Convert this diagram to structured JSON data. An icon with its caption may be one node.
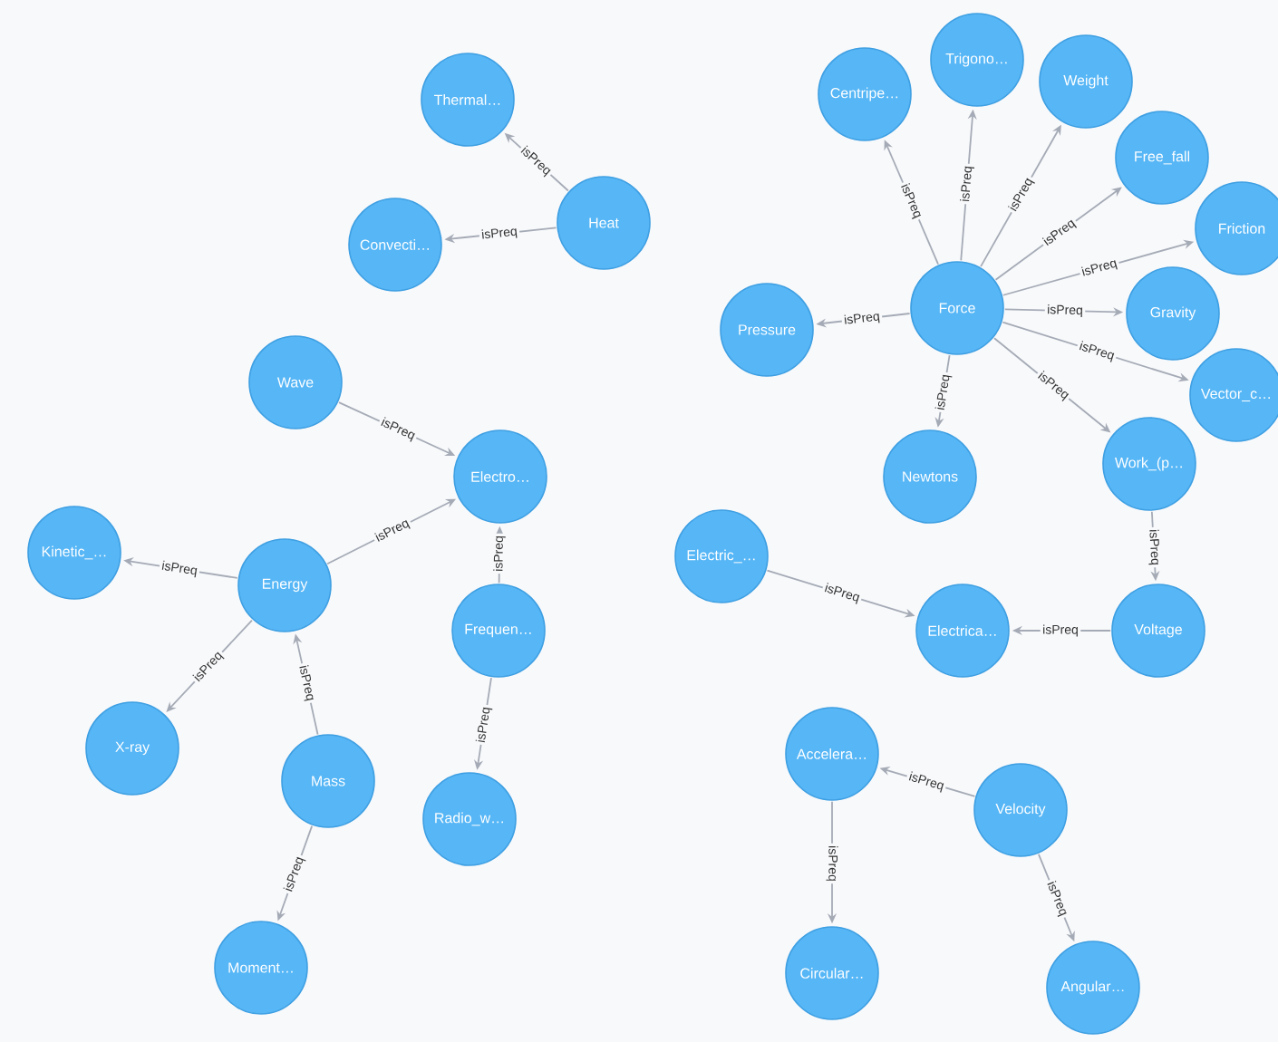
{
  "diagram": {
    "nodes": [
      {
        "text": [
          "Trigono…"
        ]
      },
      {
        "text": [
          "Weight"
        ]
      },
      {
        "text": [
          "Centripe…"
        ]
      },
      {
        "text": [
          "Thermal…"
        ]
      },
      {
        "text": [
          "Free_fall"
        ]
      },
      {
        "text": [
          "Heat"
        ]
      },
      {
        "text": [
          "Friction"
        ]
      },
      {
        "text": [
          "Convecti…"
        ]
      },
      {
        "text": [
          "Force"
        ]
      },
      {
        "text": [
          "Gravity"
        ]
      },
      {
        "text": [
          "Pressure"
        ]
      },
      {
        "text": [
          "Wave"
        ]
      },
      {
        "text": [
          "Vector_c…"
        ]
      },
      {
        "text": [
          "Work_(p…"
        ]
      },
      {
        "text": [
          "Electro…"
        ]
      },
      {
        "text": [
          "Newtons"
        ]
      },
      {
        "text": [
          "Kinetic_…"
        ]
      },
      {
        "text": [
          "Electric_…"
        ]
      },
      {
        "text": [
          "Energy"
        ]
      },
      {
        "text": [
          "Frequen…"
        ]
      },
      {
        "text": [
          "Electrica…"
        ]
      },
      {
        "text": [
          "Voltage"
        ]
      },
      {
        "text": [
          "X-ray"
        ]
      },
      {
        "text": [
          "Accelera…"
        ]
      },
      {
        "text": [
          "Mass"
        ]
      },
      {
        "text": [
          "Velocity"
        ]
      },
      {
        "text": [
          "Radio_w…"
        ]
      },
      {
        "text": [
          "Moment…"
        ]
      },
      {
        "text": [
          "Circular…"
        ]
      },
      {
        "text": [
          "Angular…"
        ]
      }
    ],
    "edges": [
      {
        "from": 5,
        "to": 3,
        "arrow": "to",
        "label": "isPreq"
      },
      {
        "from": 5,
        "to": 7,
        "arrow": "to",
        "label": "isPreq"
      },
      {
        "from": 8,
        "to": 2,
        "arrow": "to",
        "label": "isPreq"
      },
      {
        "from": 8,
        "to": 0,
        "arrow": "to",
        "label": "isPreq"
      },
      {
        "from": 8,
        "to": 1,
        "arrow": "to",
        "label": "isPreq"
      },
      {
        "from": 8,
        "to": 4,
        "arrow": "to",
        "label": "isPreq"
      },
      {
        "from": 8,
        "to": 6,
        "arrow": "to",
        "label": "isPreq"
      },
      {
        "from": 8,
        "to": 10,
        "arrow": "to",
        "label": "isPreq"
      },
      {
        "from": 8,
        "to": 9,
        "arrow": "to",
        "label": "isPreq"
      },
      {
        "from": 8,
        "to": 12,
        "arrow": "to",
        "label": "isPreq"
      },
      {
        "from": 8,
        "to": 15,
        "arrow": "to",
        "label": "isPreq"
      },
      {
        "from": 8,
        "to": 13,
        "arrow": "to",
        "label": "isPreq"
      },
      {
        "from": 11,
        "to": 14,
        "arrow": "to",
        "label": "isPreq"
      },
      {
        "from": 13,
        "to": 21,
        "arrow": "to",
        "label": "isPreq"
      },
      {
        "from": 18,
        "to": 14,
        "arrow": "to",
        "label": "isPreq"
      },
      {
        "from": 19,
        "to": 14,
        "arrow": "to",
        "label": "isPreq"
      },
      {
        "from": 18,
        "to": 16,
        "arrow": "to",
        "label": "isPreq"
      },
      {
        "from": 17,
        "to": 20,
        "arrow": "to",
        "label": "isPreq"
      },
      {
        "from": 21,
        "to": 20,
        "arrow": "to",
        "label": "isPreq"
      },
      {
        "from": 18,
        "to": 22,
        "arrow": "to",
        "label": "isPreq"
      },
      {
        "from": 24,
        "to": 18,
        "arrow": "to",
        "label": "isPreq"
      },
      {
        "from": 19,
        "to": 26,
        "arrow": "to",
        "label": "isPreq"
      },
      {
        "from": 25,
        "to": 23,
        "arrow": "to",
        "label": "isPreq"
      },
      {
        "from": 24,
        "to": 27,
        "arrow": "to",
        "label": "isPreq"
      },
      {
        "from": 23,
        "to": 28,
        "arrow": "to",
        "label": "isPreq"
      },
      {
        "from": 25,
        "to": 29,
        "arrow": "to",
        "label": "isPreq"
      }
    ]
  }
}
